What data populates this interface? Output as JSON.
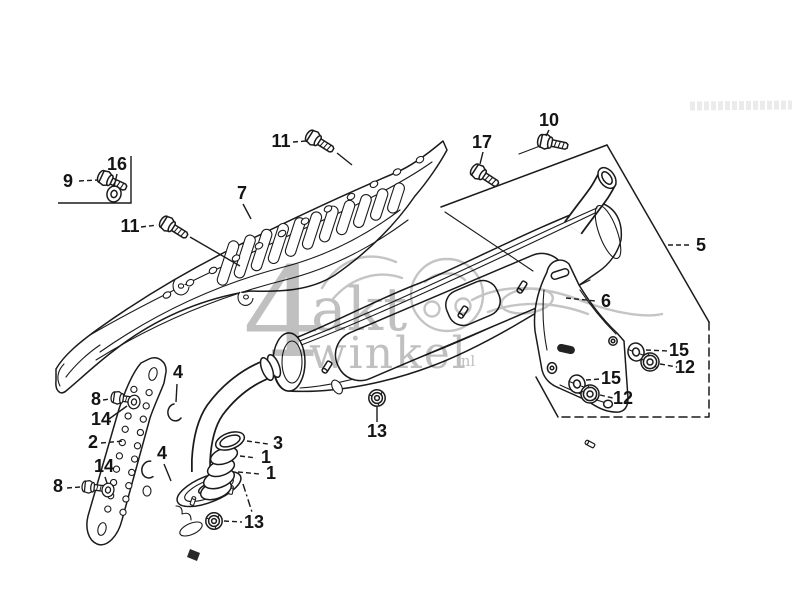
{
  "callouts": [
    {
      "text": "9"
    },
    {
      "text": "16"
    },
    {
      "text": "11"
    },
    {
      "text": "7"
    },
    {
      "text": "11"
    },
    {
      "text": "17"
    },
    {
      "text": "10"
    },
    {
      "text": "5"
    },
    {
      "text": "6"
    },
    {
      "text": "15"
    },
    {
      "text": "12"
    },
    {
      "text": "15"
    },
    {
      "text": "12"
    },
    {
      "text": "13"
    },
    {
      "text": "13"
    },
    {
      "text": "3"
    },
    {
      "text": "1"
    },
    {
      "text": "1"
    },
    {
      "text": "4"
    },
    {
      "text": "4"
    },
    {
      "text": "8"
    },
    {
      "text": "14"
    },
    {
      "text": "2"
    },
    {
      "text": "14"
    },
    {
      "text": "8"
    }
  ],
  "watermark": {
    "numeral": "4",
    "word_top": "akt",
    "word_bottom": "winkel",
    "tld": ".nl"
  }
}
